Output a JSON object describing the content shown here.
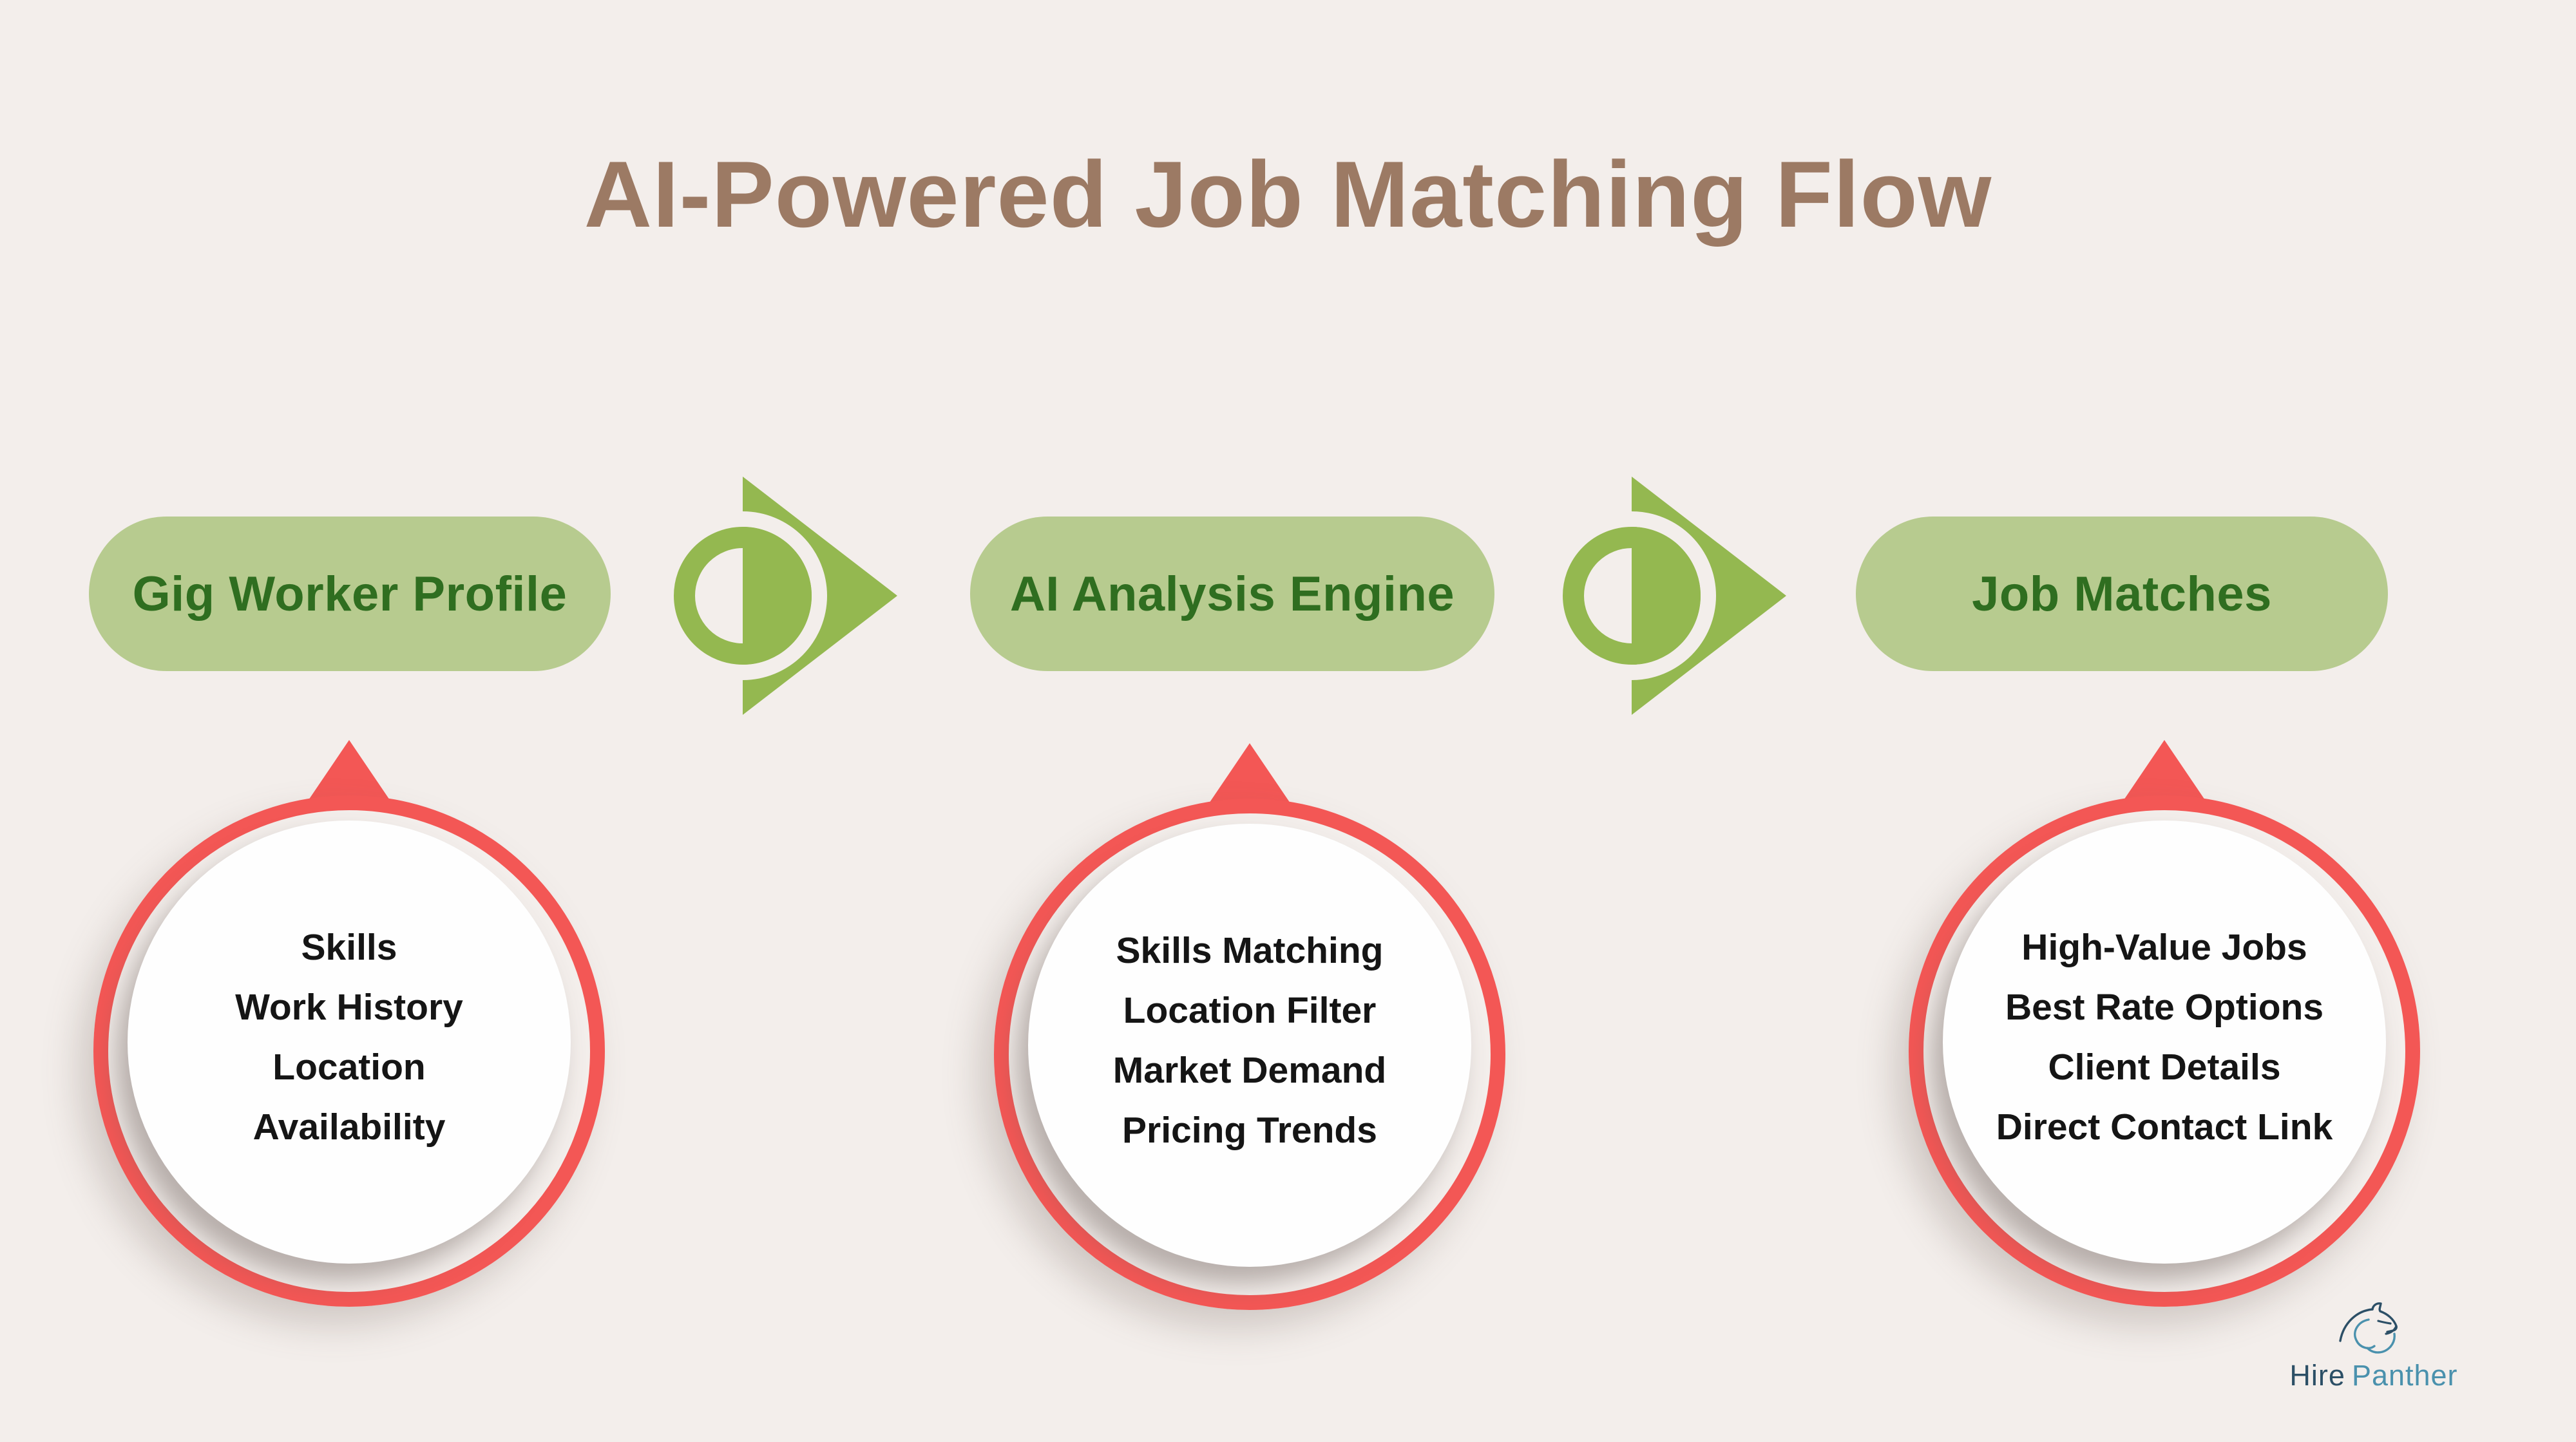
{
  "title": "AI-Powered Job Matching Flow",
  "flow": {
    "stages": [
      {
        "label": "Gig Worker Profile",
        "items": [
          "Skills",
          "Work History",
          "Location",
          "Availability"
        ]
      },
      {
        "label": "AI Analysis Engine",
        "items": [
          "Skills Matching",
          "Location Filter",
          "Market Demand",
          "Pricing Trends"
        ]
      },
      {
        "label": "Job Matches",
        "items": [
          "High-Value Jobs",
          "Best Rate Options",
          "Client Details",
          "Direct Contact Link"
        ]
      }
    ]
  },
  "logo": {
    "brand_first_word": "Hire",
    "brand_second_word": "Panther"
  },
  "colors": {
    "background": "#f3eeeb",
    "title_brown": "#9c7a64",
    "pill_green": "#b7cb8f",
    "pill_text_green": "#2f6e20",
    "arrow_green": "#94b850",
    "accent_red": "#f35755",
    "circle_text_black": "#151515",
    "logo_navy": "#2c4f66",
    "logo_teal": "#4a91ad"
  }
}
